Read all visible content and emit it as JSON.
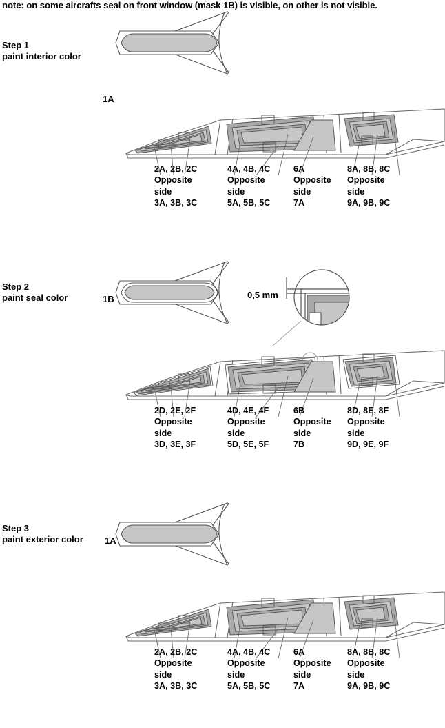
{
  "note": "note: on some aircrafts seal on front window (mask 1B) is visible, on other is not visible.",
  "colors": {
    "mask_outer_ring": "#a9a9a9",
    "mask_inner_fill": "#c6c6c6",
    "outline": "#555555",
    "line": "#6b6b6b",
    "background": "#ffffff",
    "text": "#000000"
  },
  "steps": [
    {
      "id": "step-1",
      "title": "Step 1",
      "subtitle": "paint interior color",
      "canopy_mask_label": "1A",
      "has_seal_ring": false,
      "has_detail_callout": false,
      "callouts": [
        {
          "top": "2A, 2B, 2C",
          "middle": "Opposite",
          "middle2": "side",
          "bottom": "3A, 3B, 3C"
        },
        {
          "top": "4A, 4B, 4C",
          "middle": "Opposite",
          "middle2": "side",
          "bottom": "5A, 5B, 5C"
        },
        {
          "top": "6A",
          "middle": "Opposite",
          "middle2": "side",
          "bottom": "7A"
        },
        {
          "top": "8A, 8B, 8C",
          "middle": "Opposite",
          "middle2": "side",
          "bottom": "9A, 9B, 9C"
        }
      ]
    },
    {
      "id": "step-2",
      "title": "Step 2",
      "subtitle": "paint seal color",
      "canopy_mask_label": "1B",
      "has_seal_ring": true,
      "has_detail_callout": true,
      "detail_dimension": "0,5 mm",
      "callouts": [
        {
          "top": "2D, 2E, 2F",
          "middle": "Opposite",
          "middle2": "side",
          "bottom": "3D, 3E, 3F"
        },
        {
          "top": "4D, 4E, 4F",
          "middle": "Opposite",
          "middle2": "side",
          "bottom": "5D, 5E, 5F"
        },
        {
          "top": "6B",
          "middle": "Opposite",
          "middle2": "side",
          "bottom": "7B"
        },
        {
          "top": "8D, 8E, 8F",
          "middle": "Opposite",
          "middle2": "side",
          "bottom": "9D, 9E, 9F"
        }
      ]
    },
    {
      "id": "step-3",
      "title": "Step 3",
      "subtitle": "paint exterior color",
      "canopy_mask_label": "1A",
      "has_seal_ring": false,
      "has_detail_callout": false,
      "callouts": [
        {
          "top": "2A, 2B, 2C",
          "middle": "Opposite",
          "middle2": "side",
          "bottom": "3A, 3B, 3C"
        },
        {
          "top": "4A, 4B, 4C",
          "middle": "Opposite",
          "middle2": "side",
          "bottom": "5A, 5B, 5C"
        },
        {
          "top": "6A",
          "middle": "Opposite",
          "middle2": "side",
          "bottom": "7A"
        },
        {
          "top": "8A, 8B, 8C",
          "middle": "Opposite",
          "middle2": "side",
          "bottom": "9A, 9B, 9C"
        }
      ]
    }
  ]
}
